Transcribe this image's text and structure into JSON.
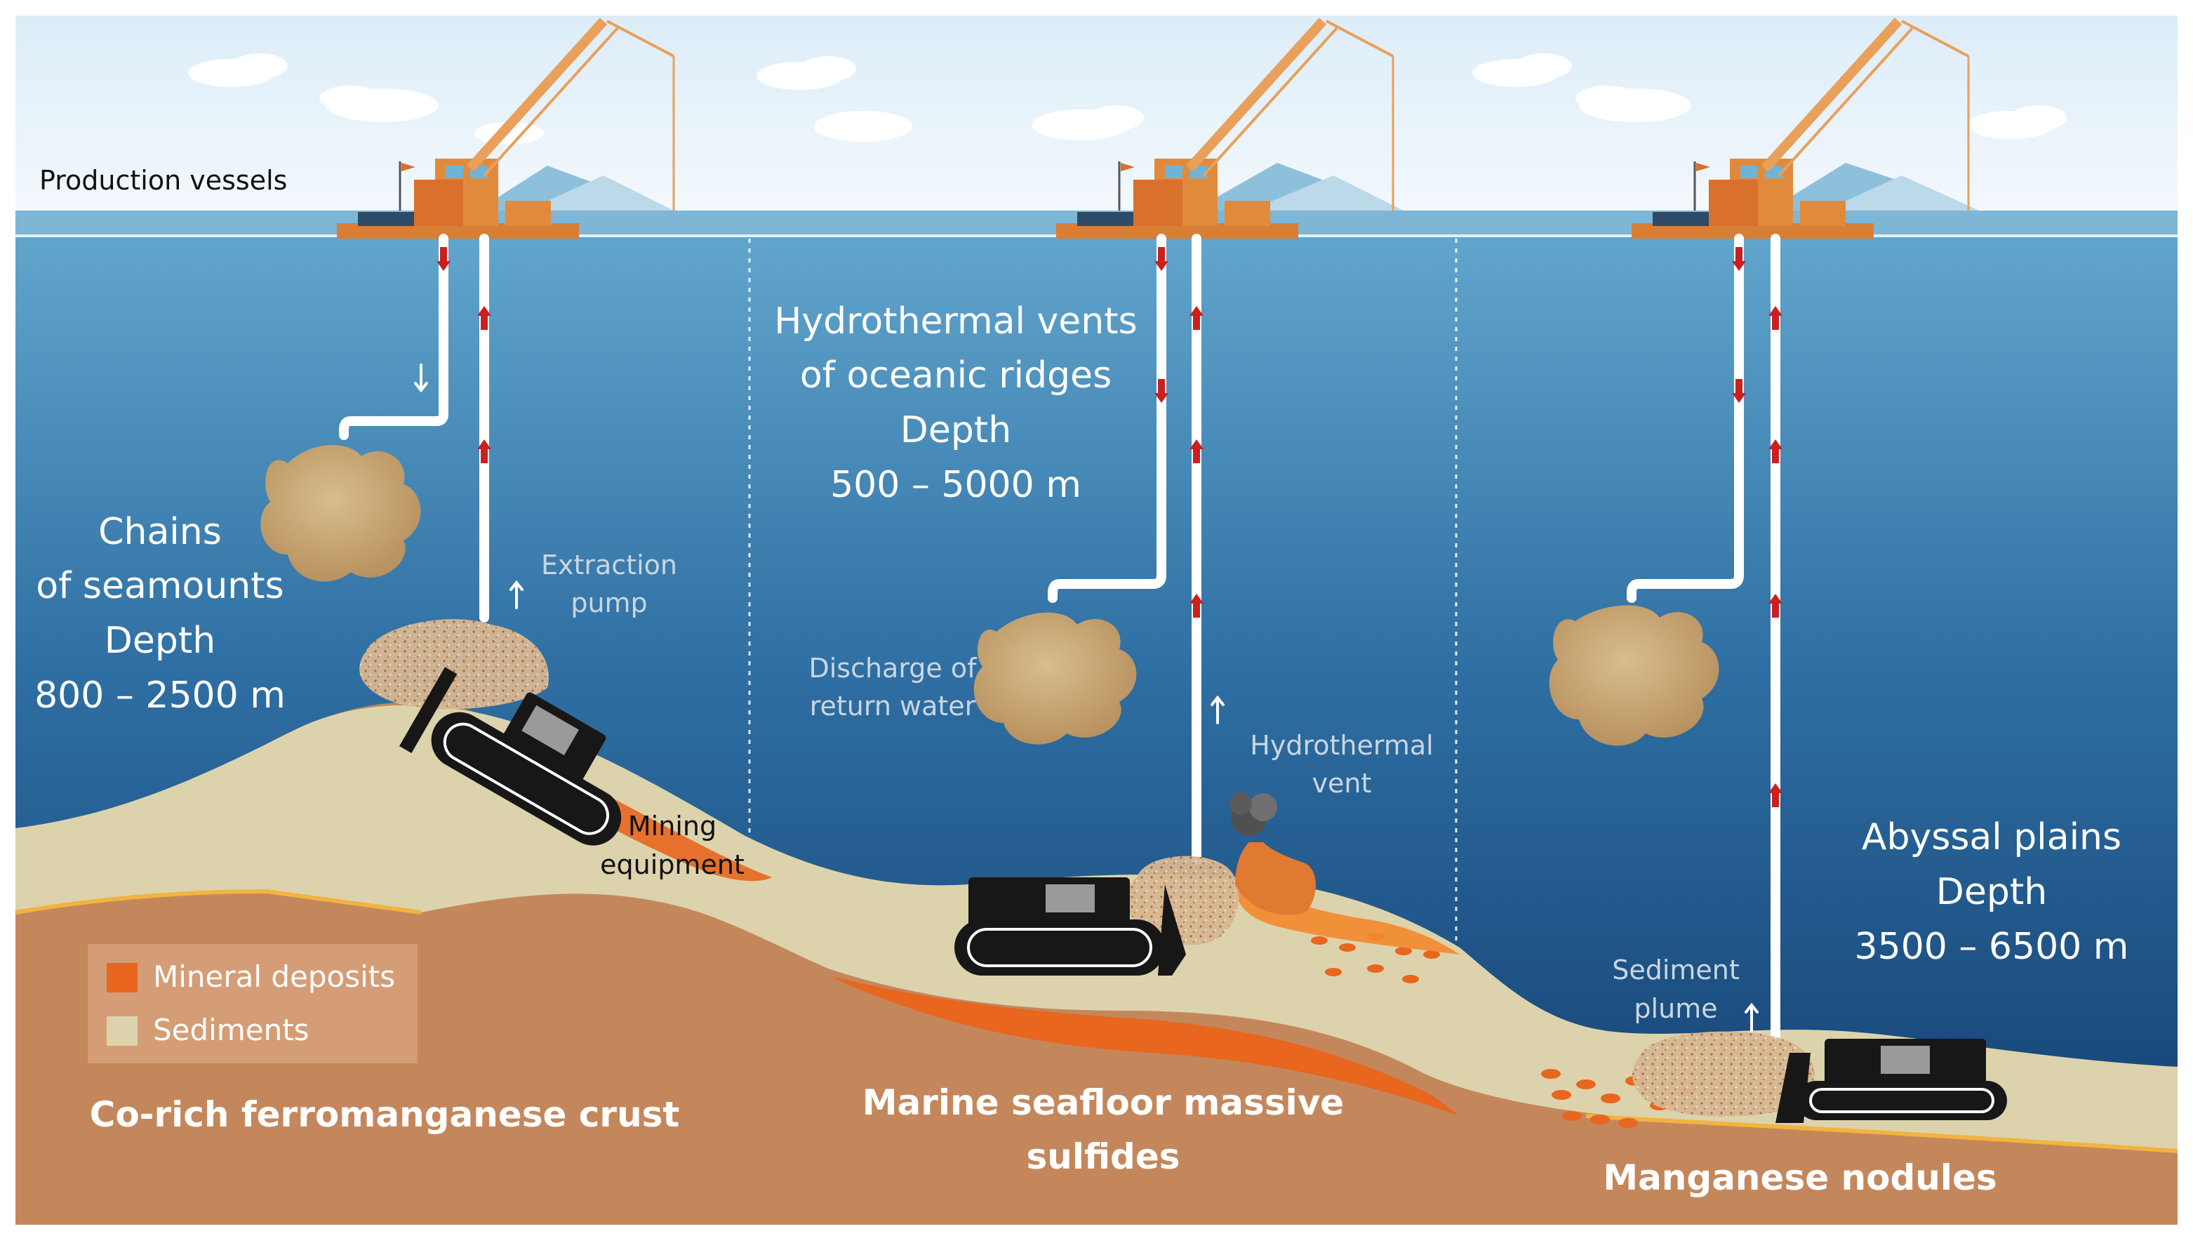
{
  "labels": {
    "production_vessels": "Production vessels",
    "chains_line1": "Chains",
    "chains_line2": "of seamounts",
    "chains_line3": "Depth",
    "chains_line4": "800 – 2500 m",
    "hydro_line1": "Hydrothermal vents",
    "hydro_line2": "of oceanic ridges",
    "hydro_line3": "Depth",
    "hydro_line4": "500 – 5000 m",
    "abyssal_line1": "Abyssal plains",
    "abyssal_line2": "Depth",
    "abyssal_line3": "3500 – 6500 m",
    "extraction_line1": "Extraction",
    "extraction_line2": "pump",
    "discharge_line1": "Discharge of",
    "discharge_line2": "return water",
    "vent_line1": "Hydrothermal",
    "vent_line2": "vent",
    "mining_line1": "Mining",
    "mining_line2": "equipment",
    "plume_line1": "Sediment",
    "plume_line2": "plume",
    "crust": "Co-rich ferromanganese crust",
    "sulfides_line1": "Marine seafloor massive",
    "sulfides_line2": "sulfides",
    "nodules": "Manganese nodules"
  },
  "legend": {
    "items": [
      {
        "label": "Mineral deposits",
        "color": "#e8661e"
      },
      {
        "label": "Sediments",
        "color": "#dcd3ad"
      }
    ]
  },
  "colors": {
    "sky": "#e9f3fa",
    "sea_top": "#5fa6cc",
    "sea_bottom": "#123d6f",
    "seabed": "#c4875c",
    "sediment": "#dcd3ad",
    "mineral": "#e8661e",
    "crane": "#e9a05a",
    "hull": "#d87e35",
    "pipe_arrow": "#cc1f1f",
    "plume": "#c9a876",
    "machine": "#171717"
  }
}
